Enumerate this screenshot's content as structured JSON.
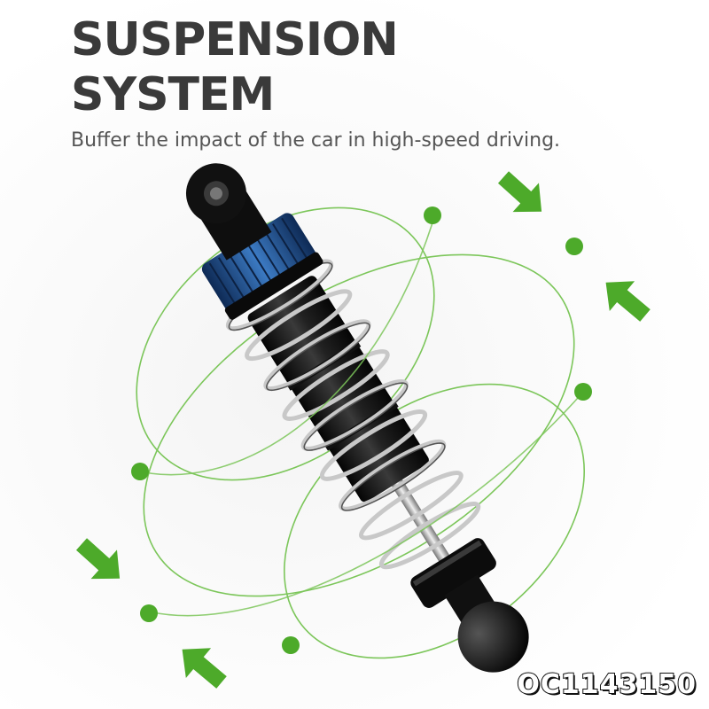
{
  "header": {
    "title": "SUSPENSION SYSTEM",
    "subtitle": "Buffer the impact of the car in high-speed driving."
  },
  "watermark": {
    "code": "OC1143150"
  },
  "colors": {
    "accent_green": "#4daa2a",
    "orbit_green": "#7cc65a",
    "cap_blue": "#2a5f9e",
    "shock_black": "#1a1a1a",
    "spring_silver": "#c8c8c8",
    "title_gray": "#3a3a3a"
  },
  "icons": [
    "arrow-icon",
    "shock-absorber-illustration",
    "orbit-ring"
  ]
}
